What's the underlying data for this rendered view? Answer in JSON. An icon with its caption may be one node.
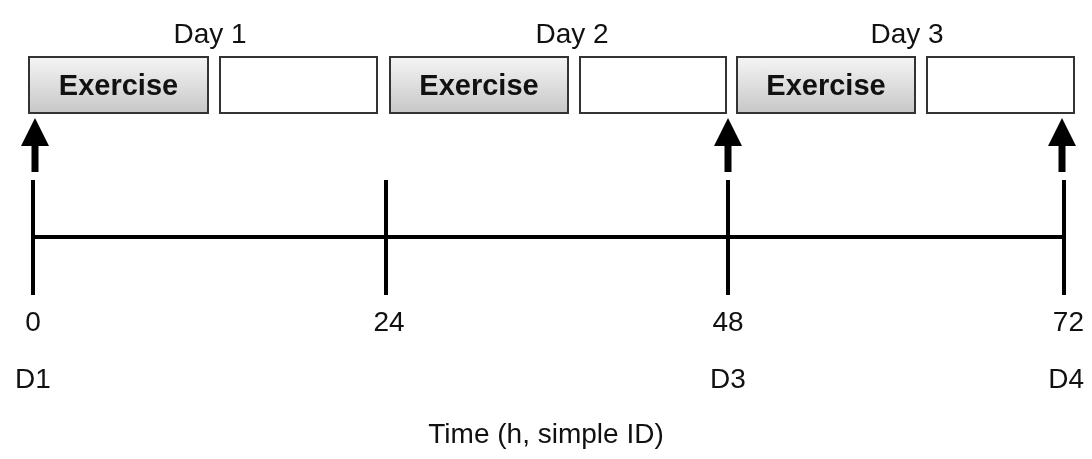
{
  "diagram": {
    "nodes": [
      {
        "text": [
          "Exercise"
        ]
      },
      {
        "text": [],
        "shape": "box"
      },
      {
        "text": [
          "Exercise"
        ]
      },
      {
        "text": [],
        "shape": "box"
      },
      {
        "text": [
          "Exercise"
        ]
      },
      {
        "text": [],
        "shape": "box"
      }
    ],
    "edges": [
      {
        "from": null,
        "to": 0,
        "arrow": "to"
      },
      {
        "from": null,
        "to": 3,
        "arrow": "to"
      },
      {
        "from": null,
        "to": 5,
        "arrow": "to"
      }
    ],
    "labels": [
      "Day 1",
      "Day 2",
      "Day 3",
      "0",
      "24",
      "48",
      "72",
      "D1",
      "D3",
      "D4",
      "Time (h, simple ID)"
    ]
  }
}
